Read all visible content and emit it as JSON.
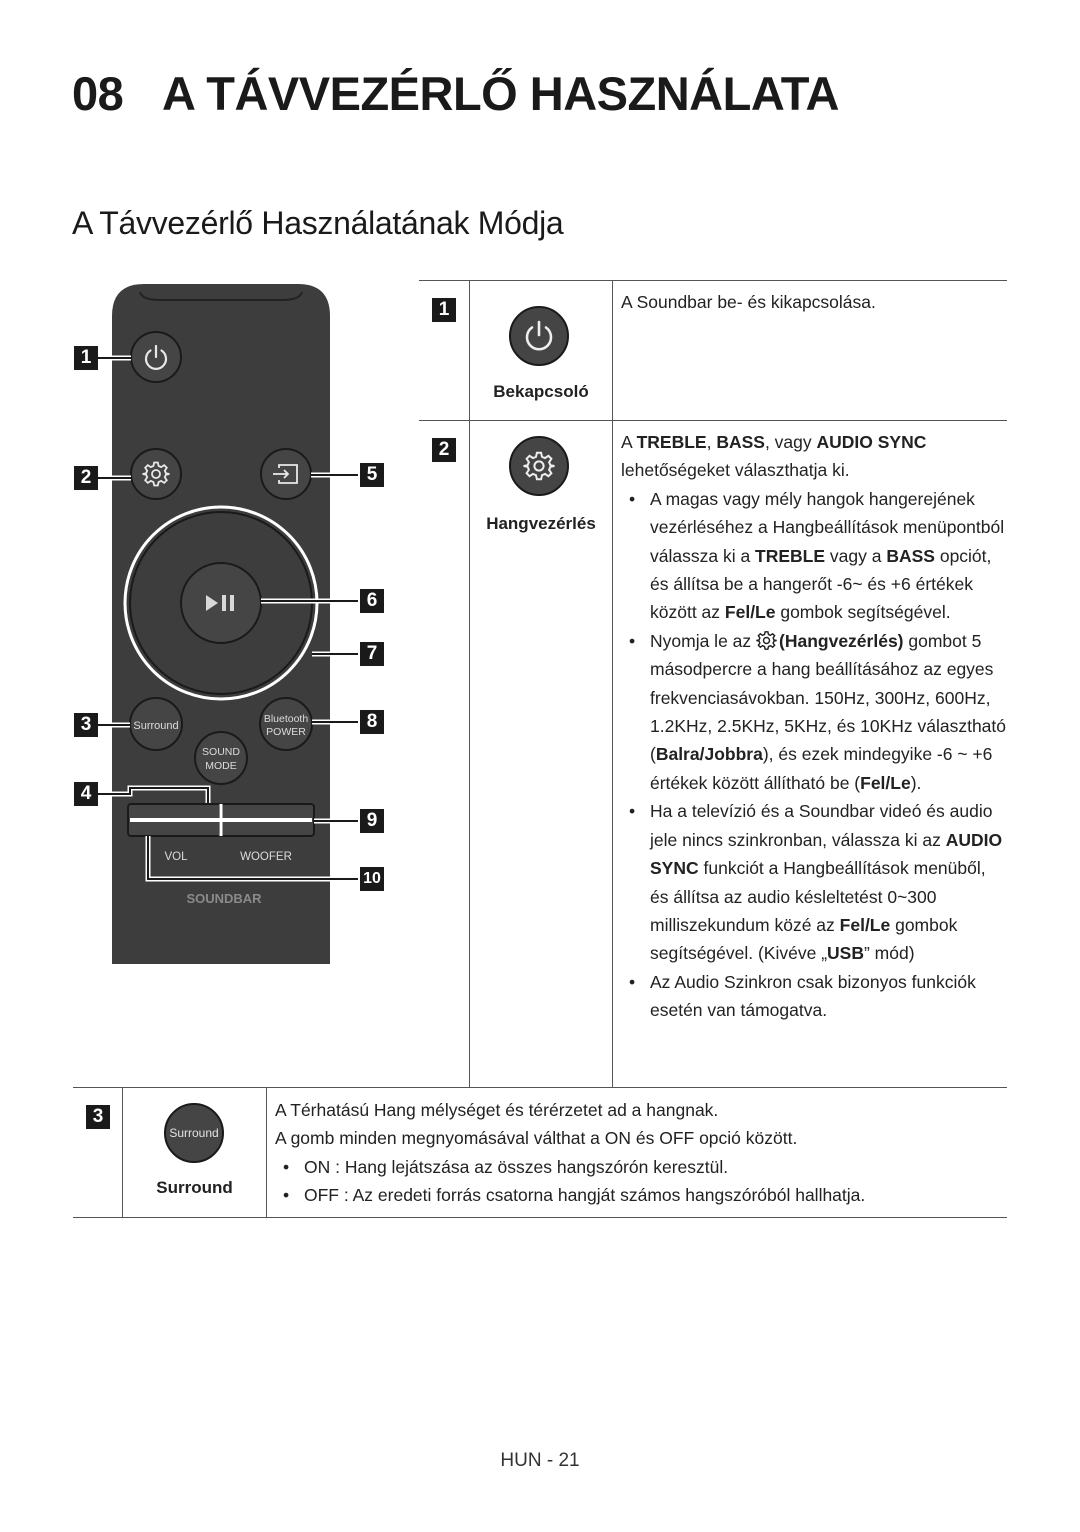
{
  "chapter": {
    "number": "08",
    "title": "A TÁVVEZÉRLŐ HASZNÁLATA"
  },
  "section_title": "A Távvezérlő Használatának Módja",
  "remote": {
    "surround_label": "Surround",
    "bluetooth_label": "Bluetooth",
    "power_label": "POWER",
    "sound_mode_line1": "SOUND",
    "sound_mode_line2": "MODE",
    "vol_label": "VOL",
    "woofer_label": "WOOFER",
    "brand_label": "SOUNDBAR",
    "callouts": [
      "1",
      "2",
      "3",
      "4",
      "5",
      "6",
      "7",
      "8",
      "9",
      "10"
    ]
  },
  "table": {
    "rows": [
      {
        "num": "1",
        "button_label": "Bekapcsoló",
        "text": "A Soundbar be- és kikapcsolása."
      },
      {
        "num": "2",
        "button_label": "Hangvezérlés",
        "intro_a": "A ",
        "intro_b1": "TREBLE",
        "intro_c": ", ",
        "intro_b2": "BASS",
        "intro_d": ", vagy ",
        "intro_b3": "AUDIO SYNC",
        "intro_line2": "lehetőségeket választhatja ki.",
        "bullet1_a": "A magas vagy mély hangok hangerejének vezérléséhez a Hangbeállítások menüpontból válassza ki a ",
        "bullet1_b": "TREBLE",
        "bullet1_c": " vagy a ",
        "bullet1_d": "BASS",
        "bullet1_e": " opciót, és állítsa be a hangerőt -6~ és +6 értékek között az ",
        "bullet1_f": "Fel/Le",
        "bullet1_g": " gombok segítségével.",
        "bullet2_a": "Nyomja le az ",
        "bullet2_b": "(Hangvezérlés)",
        "bullet2_c": " gombot 5 másodpercre a hang beállításához az egyes frekvenciasávokban. 150Hz, 300Hz, 600Hz, 1.2KHz, 2.5KHz, 5KHz, és 10KHz választható (",
        "bullet2_d": "Balra/Jobbra",
        "bullet2_e": "), és ezek mindegyike -6 ~ +6 értékek között állítható be (",
        "bullet2_f": "Fel/Le",
        "bullet2_g": ").",
        "bullet3_a": "Ha a televízió és a Soundbar videó és audio jele nincs szinkronban, válassza ki az ",
        "bullet3_b": "AUDIO SYNC",
        "bullet3_c": " funkciót a Hangbeállítások menüből, és állítsa az audio késleltetést 0~300 milliszekundum közé az ",
        "bullet3_d": "Fel/Le",
        "bullet3_e": " gombok segítségével. (Kivéve „",
        "bullet3_f": "USB",
        "bullet3_g": "” mód)",
        "bullet4": "Az Audio Szinkron csak bizonyos funkciók esetén van támogatva."
      },
      {
        "num": "3",
        "button_label": "Surround",
        "button_text": "Surround",
        "line1": "A Térhatású Hang mélységet és térérzetet ad a hangnak.",
        "line2": "A gomb minden megnyomásával válthat a ON és OFF opció között.",
        "bullet1": "ON : Hang lejátszása az összes hangszórón keresztül.",
        "bullet2": "OFF : Az eredeti forrás csatorna hangját számos hangszóróból hallhatja."
      }
    ]
  },
  "footer": "HUN - 21",
  "colors": {
    "remote_body": "#3d3d3d",
    "badge": "#1a1a1a"
  },
  "icons": [
    "power-icon",
    "gear-icon",
    "source-icon",
    "play-pause-icon"
  ]
}
